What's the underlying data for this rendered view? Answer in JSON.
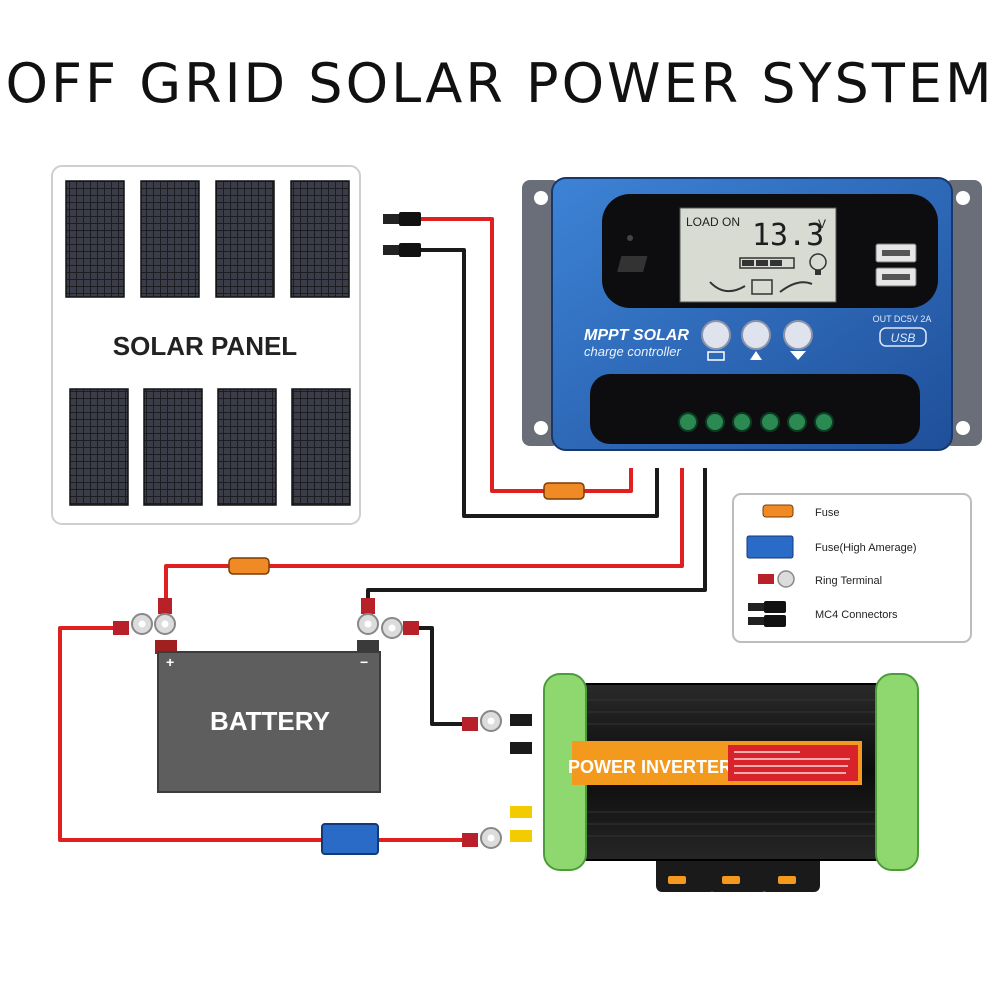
{
  "title": "OFF GRID SOLAR POWER SYSTEM",
  "solar_panel": {
    "label": "SOLAR PANEL"
  },
  "controller": {
    "brand_line1": "MPPT SOLAR",
    "brand_line2": "charge controller",
    "lcd_status": "LOAD ON",
    "lcd_value": "13.3",
    "lcd_unit": "V",
    "usb_spec": "OUT DC5V 2A",
    "usb_label": "USB"
  },
  "battery": {
    "label": "BATTERY",
    "plus": "+",
    "minus": "−"
  },
  "inverter": {
    "label": "POWER INVERTER"
  },
  "legend": {
    "items": [
      {
        "label": "Fuse",
        "icon": "fuse-icon",
        "color": "#f08a24"
      },
      {
        "label": "Fuse(High Amerage)",
        "icon": "high-amperage-fuse-icon",
        "color": "#2a6bc8"
      },
      {
        "label": "Ring Terminal",
        "icon": "ring-terminal-icon",
        "color": "#c8242a"
      },
      {
        "label": "MC4 Connectors",
        "icon": "mc4-connector-icon",
        "color": "#333333"
      }
    ]
  },
  "colors": {
    "positive_wire": "#e02020",
    "negative_wire": "#1a1a1a",
    "controller_blue": "#2f6fc4",
    "inverter_green": "#8fd870",
    "inverter_orange": "#f39a1e",
    "battery_gray": "#5e5e5e"
  }
}
